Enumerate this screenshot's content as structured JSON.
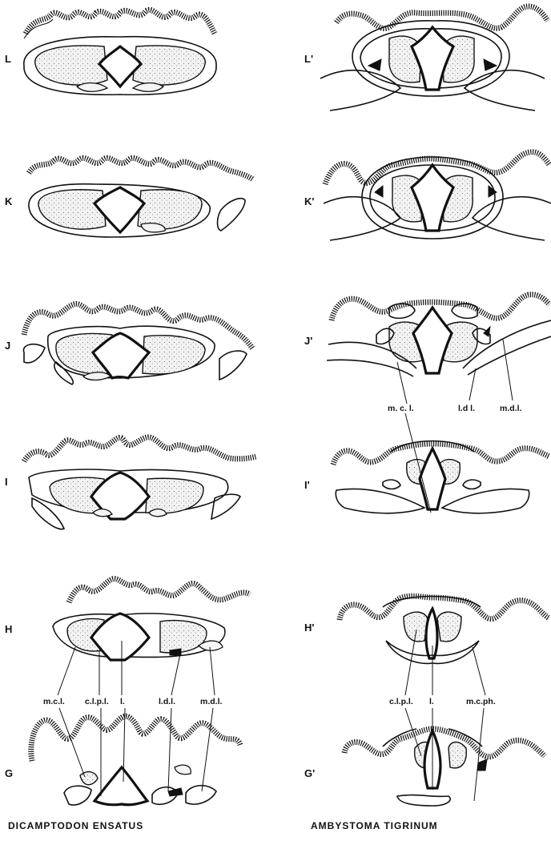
{
  "left_panels": [
    {
      "id": "L",
      "label": "L"
    },
    {
      "id": "K",
      "label": "K"
    },
    {
      "id": "J",
      "label": "J"
    },
    {
      "id": "I",
      "label": "I"
    },
    {
      "id": "H",
      "label": "H"
    },
    {
      "id": "G",
      "label": "G"
    }
  ],
  "right_panels": [
    {
      "id": "L-prime",
      "label": "L'"
    },
    {
      "id": "K-prime",
      "label": "K'"
    },
    {
      "id": "J-prime",
      "label": "J'"
    },
    {
      "id": "I-prime",
      "label": "I'"
    },
    {
      "id": "H-prime",
      "label": "H'"
    },
    {
      "id": "G-prime",
      "label": "G'"
    }
  ],
  "labels": {
    "left": {
      "mcl": "m.c.l.",
      "clpl": "c.l.p.l.",
      "l": "l.",
      "ldl": "l.d.l.",
      "mdl": "m.d.l."
    },
    "right_j": {
      "mcl": "m. c. l.",
      "ldl": "l.d l.",
      "mdl": "m.d.l."
    },
    "right_h": {
      "clpl": "c.l.p.l.",
      "l": "l.",
      "mcph": "m.c.ph."
    }
  },
  "species": {
    "left": "DICAMPTODON ENSATUS",
    "right": "AMBYSTOMA TIGRINUM"
  }
}
